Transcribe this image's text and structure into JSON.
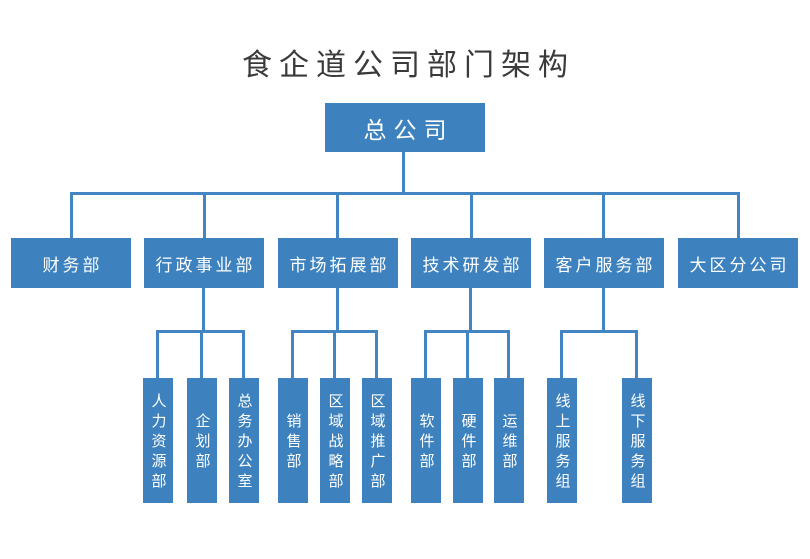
{
  "title": "食企道公司部门架构",
  "colors": {
    "node_fill": "#3d82be",
    "connector": "#4385c2",
    "node_text": "#ffffff",
    "title_text": "#3a3a3a",
    "background": "#ffffff"
  },
  "root": {
    "label": "总公司"
  },
  "departments": [
    {
      "label": "财务部",
      "children": []
    },
    {
      "label": "行政事业部",
      "children": [
        "人力资源部",
        "企划部",
        "总务办公室"
      ]
    },
    {
      "label": "市场拓展部",
      "children": [
        "销售部",
        "区域战略部",
        "区域推广部"
      ]
    },
    {
      "label": "技术研发部",
      "children": [
        "软件部",
        "硬件部",
        "运维部"
      ]
    },
    {
      "label": "客户服务部",
      "children": [
        "线上服务组",
        "线下服务组"
      ]
    },
    {
      "label": "大区分公司",
      "children": []
    }
  ]
}
